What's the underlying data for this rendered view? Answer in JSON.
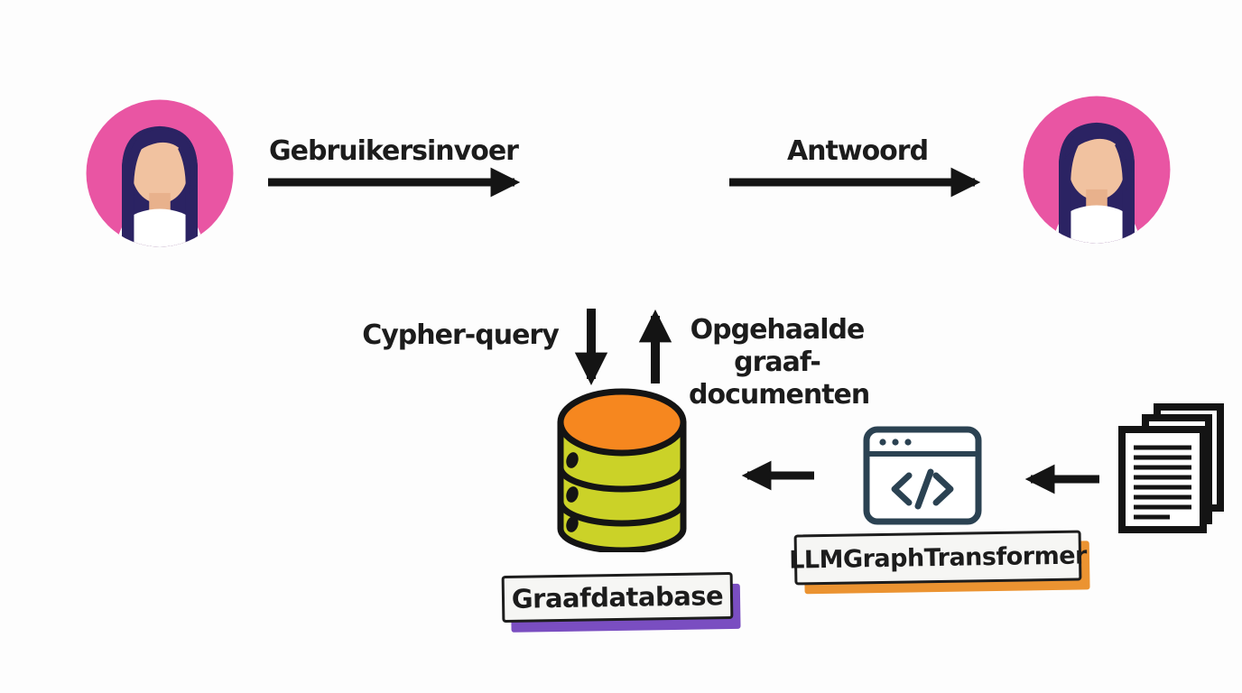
{
  "labels": {
    "user_input": "Gebruikersinvoer",
    "answer": "Antwoord",
    "cypher_query": "Cypher-query",
    "retrieved_line1": "Opgehaalde",
    "retrieved_line2": "graaf-",
    "retrieved_line3": "documenten",
    "graph_database": "Graafdatabase",
    "llm_graph_transformer": "LLMGraphTransformer"
  },
  "icons": {
    "left_avatar": "woman-avatar-icon",
    "right_avatar": "woman-avatar-icon",
    "database": "database-cylinder-icon",
    "code_window": "code-window-icon",
    "documents": "document-stack-icon",
    "arrows": [
      "arrow-right-user-input",
      "arrow-right-answer",
      "arrow-down-cypher",
      "arrow-up-retrieved",
      "arrow-left-transformer-to-db",
      "arrow-left-docs-to-transformer"
    ]
  },
  "colors": {
    "background": "#fdfdfd",
    "avatar_pink": "#e955a3",
    "hair_navy": "#2b2363",
    "skin": "#f1c2a0",
    "skin_shadow": "#e8b18c",
    "db_top_orange": "#f6871f",
    "db_body_chartreuse": "#cbd228",
    "outline": "#141414",
    "purple_shadow": "#7a4ec1",
    "orange_shadow": "#eb9331",
    "code_icon_slate": "#2b4252",
    "text": "#1c1c1c"
  }
}
